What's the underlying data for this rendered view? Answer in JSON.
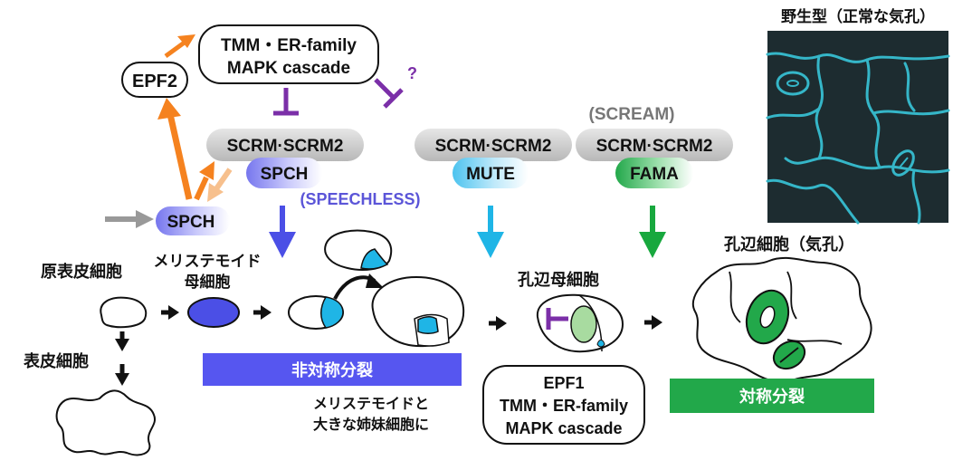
{
  "signals": {
    "epf2": "EPF2",
    "tmm_top": {
      "line1": "TMM・ER-family",
      "line2": "MAPK cascade"
    },
    "question": "?",
    "epf1_box": {
      "line1": "EPF1",
      "line2": "TMM・ER-family",
      "line3": "MAPK cascade"
    }
  },
  "complexes": {
    "speech": {
      "scrm": "SCRM·SCRM2",
      "tf": "SPCH",
      "fullname": "(SPEECHLESS)"
    },
    "mute": {
      "scrm": "SCRM·SCRM2",
      "tf": "MUTE"
    },
    "fama": {
      "scrm": "SCRM·SCRM2",
      "tf": "FAMA"
    },
    "scream": "(SCREAM)",
    "spch_small": "SPCH"
  },
  "cells": {
    "protodermal": "原表皮細胞",
    "meristemoid_mother": {
      "line1": "メリステモイド",
      "line2": "母細胞"
    },
    "pavement": "表皮細胞",
    "gmc": "孔辺母細胞",
    "guard": "孔辺細胞（気孔）"
  },
  "bars": {
    "asymmetric": "非対称分裂",
    "symmetric": "対称分裂"
  },
  "caption_meristemoid": {
    "line1": "メリステモイドと",
    "line2": "大きな姉妹細胞に"
  },
  "micrograph": {
    "title": "野生型（正常な気孔）"
  },
  "colors": {
    "orange": "#f5821f",
    "light_orange": "#f7c08d",
    "purple": "#7b2fa8",
    "blue_arrow": "#4b4fe6",
    "cyan_arrow": "#1fb5e6",
    "green_arrow": "#18a83e",
    "asym_bar": "#5656f0",
    "sym_bar": "#22a84a",
    "gray_pill": "#c8c8c8",
    "micrograph_bg": "#1d2c30",
    "micrograph_line": "#35b6c8"
  }
}
